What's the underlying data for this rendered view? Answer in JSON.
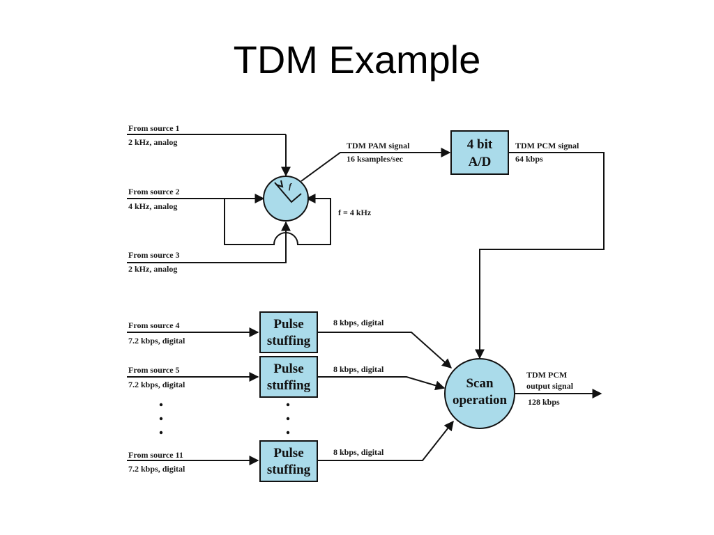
{
  "title": "TDM Example",
  "colors": {
    "shape_fill": "#aadbea",
    "line": "#111111",
    "background": "#ffffff"
  },
  "analog_sources": [
    {
      "name": "From source 1",
      "spec": "2 kHz, analog"
    },
    {
      "name": "From source 2",
      "spec": "4 kHz, analog"
    },
    {
      "name": "From source 3",
      "spec": "2 kHz, analog"
    }
  ],
  "commutator": {
    "symbol": "f",
    "rate_label": "f = 4 kHz"
  },
  "pam_signal": {
    "line1": "TDM PAM signal",
    "line2": "16 ksamples/sec"
  },
  "ad_converter": {
    "line1": "4 bit",
    "line2": "A/D"
  },
  "pcm_signal": {
    "line1": "TDM PCM signal",
    "line2": "64 kbps"
  },
  "digital_sources": [
    {
      "name": "From source 4",
      "spec": "7.2 kbps, digital",
      "stuffer_line1": "Pulse",
      "stuffer_line2": "stuffing",
      "out_label": "8 kbps, digital"
    },
    {
      "name": "From source 5",
      "spec": "7.2 kbps, digital",
      "stuffer_line1": "Pulse",
      "stuffer_line2": "stuffing",
      "out_label": "8 kbps, digital"
    },
    {
      "name": "From source 11",
      "spec": "7.2 kbps, digital",
      "stuffer_line1": "Pulse",
      "stuffer_line2": "stuffing",
      "out_label": "8 kbps, digital"
    }
  ],
  "scan": {
    "line1": "Scan",
    "line2": "operation"
  },
  "output": {
    "line1": "TDM PCM",
    "line2": "output signal",
    "line3": "128 kbps"
  }
}
